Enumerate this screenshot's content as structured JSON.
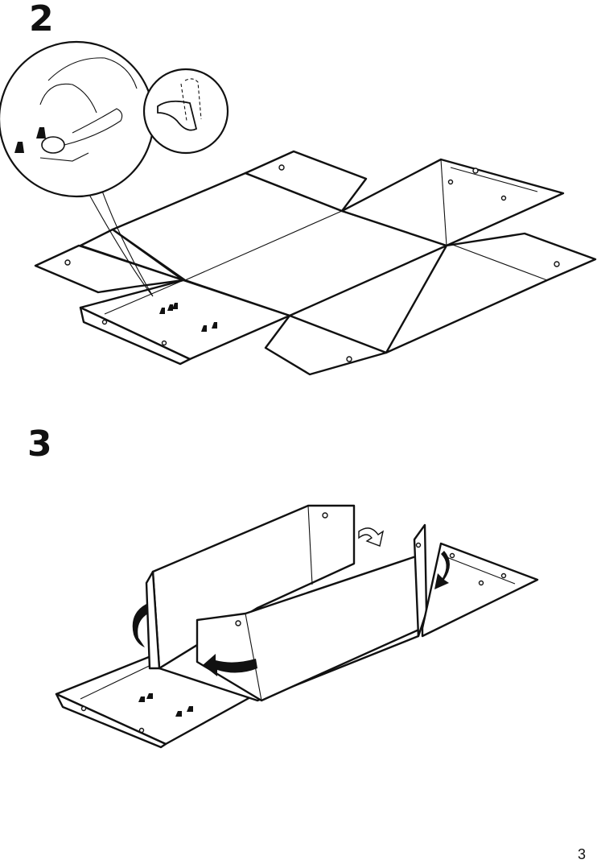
{
  "steps": [
    {
      "number": "2"
    },
    {
      "number": "3"
    }
  ],
  "page_number": "3",
  "colors": {
    "ink": "#111111",
    "paper": "#ffffff"
  }
}
